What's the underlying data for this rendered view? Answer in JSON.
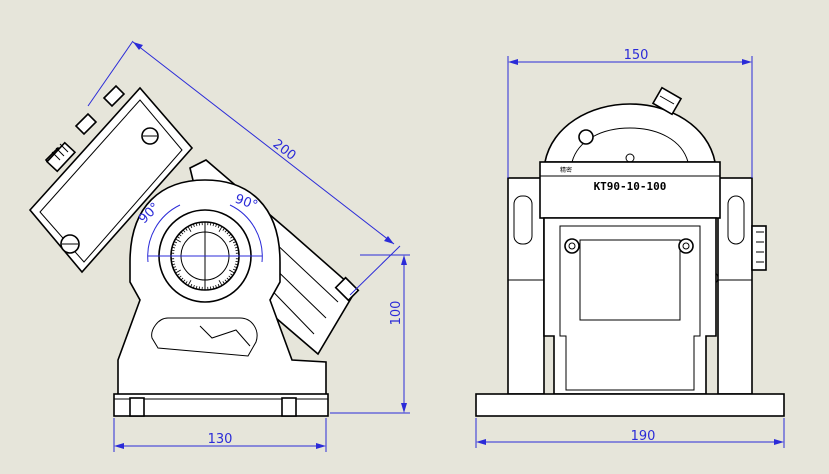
{
  "dimensions": {
    "side_width": "130",
    "side_height": "100",
    "side_diagonal": "200",
    "angle_left": "90°",
    "angle_right": "90°",
    "front_top_width": "150",
    "front_base_width": "190"
  },
  "model_label": "KT90-10-100",
  "brand_mark": "精密",
  "colors": {
    "background": "#e6e5da",
    "dimension": "#2b2bd8",
    "outline": "#000000",
    "part_fill": "#ffffff"
  }
}
